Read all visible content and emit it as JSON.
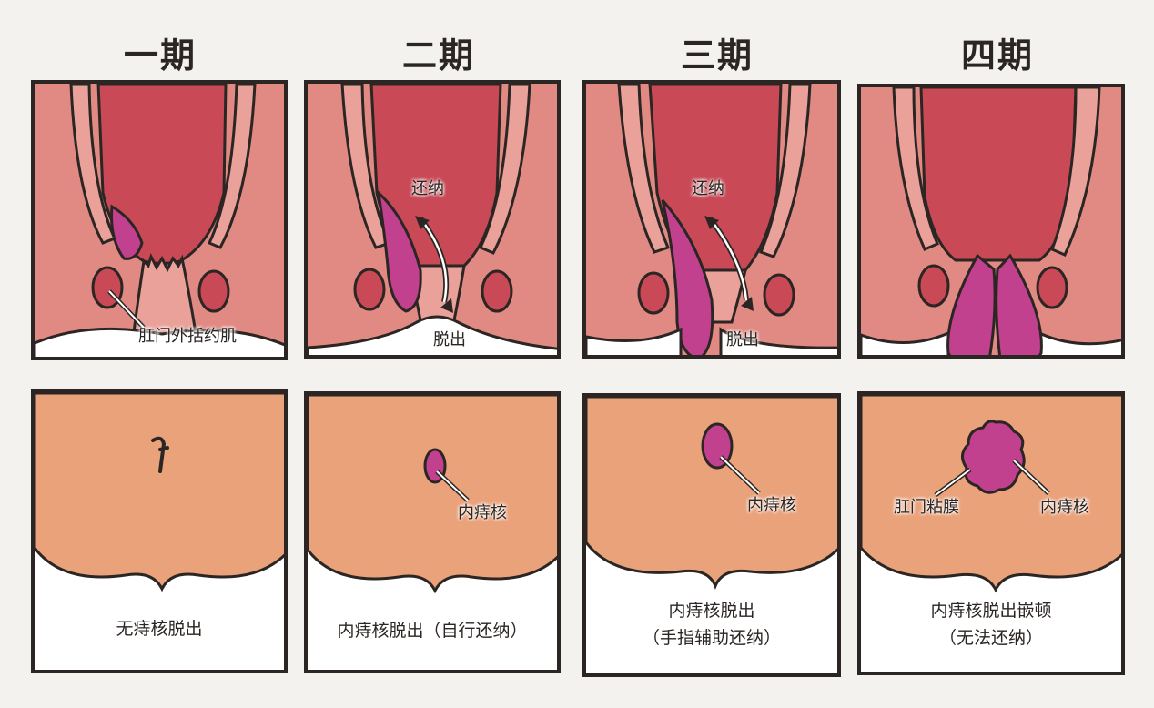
{
  "stages": [
    {
      "title": "一期",
      "top_labels": {
        "sphincter": "肛门外括约肌"
      },
      "bottom_labels": {},
      "caption": [
        "无痔核脱出"
      ]
    },
    {
      "title": "二期",
      "top_labels": {
        "reduce": "还纳",
        "prolapse": "脱出"
      },
      "bottom_labels": {
        "nucleus": "内痔核"
      },
      "caption": [
        "内痔核脱出（自行还纳）"
      ]
    },
    {
      "title": "三期",
      "top_labels": {
        "reduce": "还纳",
        "prolapse": "脱出"
      },
      "bottom_labels": {
        "nucleus": "内痔核"
      },
      "caption": [
        "内痔核脱出",
        "（手指辅助还纳）"
      ]
    },
    {
      "title": "四期",
      "top_labels": {},
      "bottom_labels": {
        "mucosa": "肛门粘膜",
        "nucleus": "内痔核"
      },
      "caption": [
        "内痔核脱出嵌顿",
        "（无法还纳）"
      ]
    }
  ],
  "colors": {
    "rectum": "#c94a56",
    "tissue": "#e18a83",
    "tissue_light": "#eaa199",
    "hemorrhoid": "#c2418f",
    "skin": "#eaa27b",
    "outline": "#2b2623"
  }
}
